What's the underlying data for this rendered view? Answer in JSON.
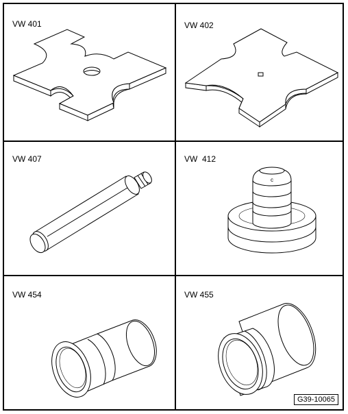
{
  "tools": [
    {
      "label": "VW 401",
      "icon": "flat-cross-plate-with-round-hole"
    },
    {
      "label": "VW 402",
      "icon": "flat-cross-plate-with-square-hole"
    },
    {
      "label": "VW 407",
      "icon": "long-drift-pin"
    },
    {
      "label": "VW  412",
      "icon": "pressing-tool-with-flange"
    },
    {
      "label": "VW 454",
      "icon": "stepped-sleeve"
    },
    {
      "label": "VW 455",
      "icon": "large-stepped-sleeve"
    }
  ],
  "figure_ref": "G39-10065"
}
